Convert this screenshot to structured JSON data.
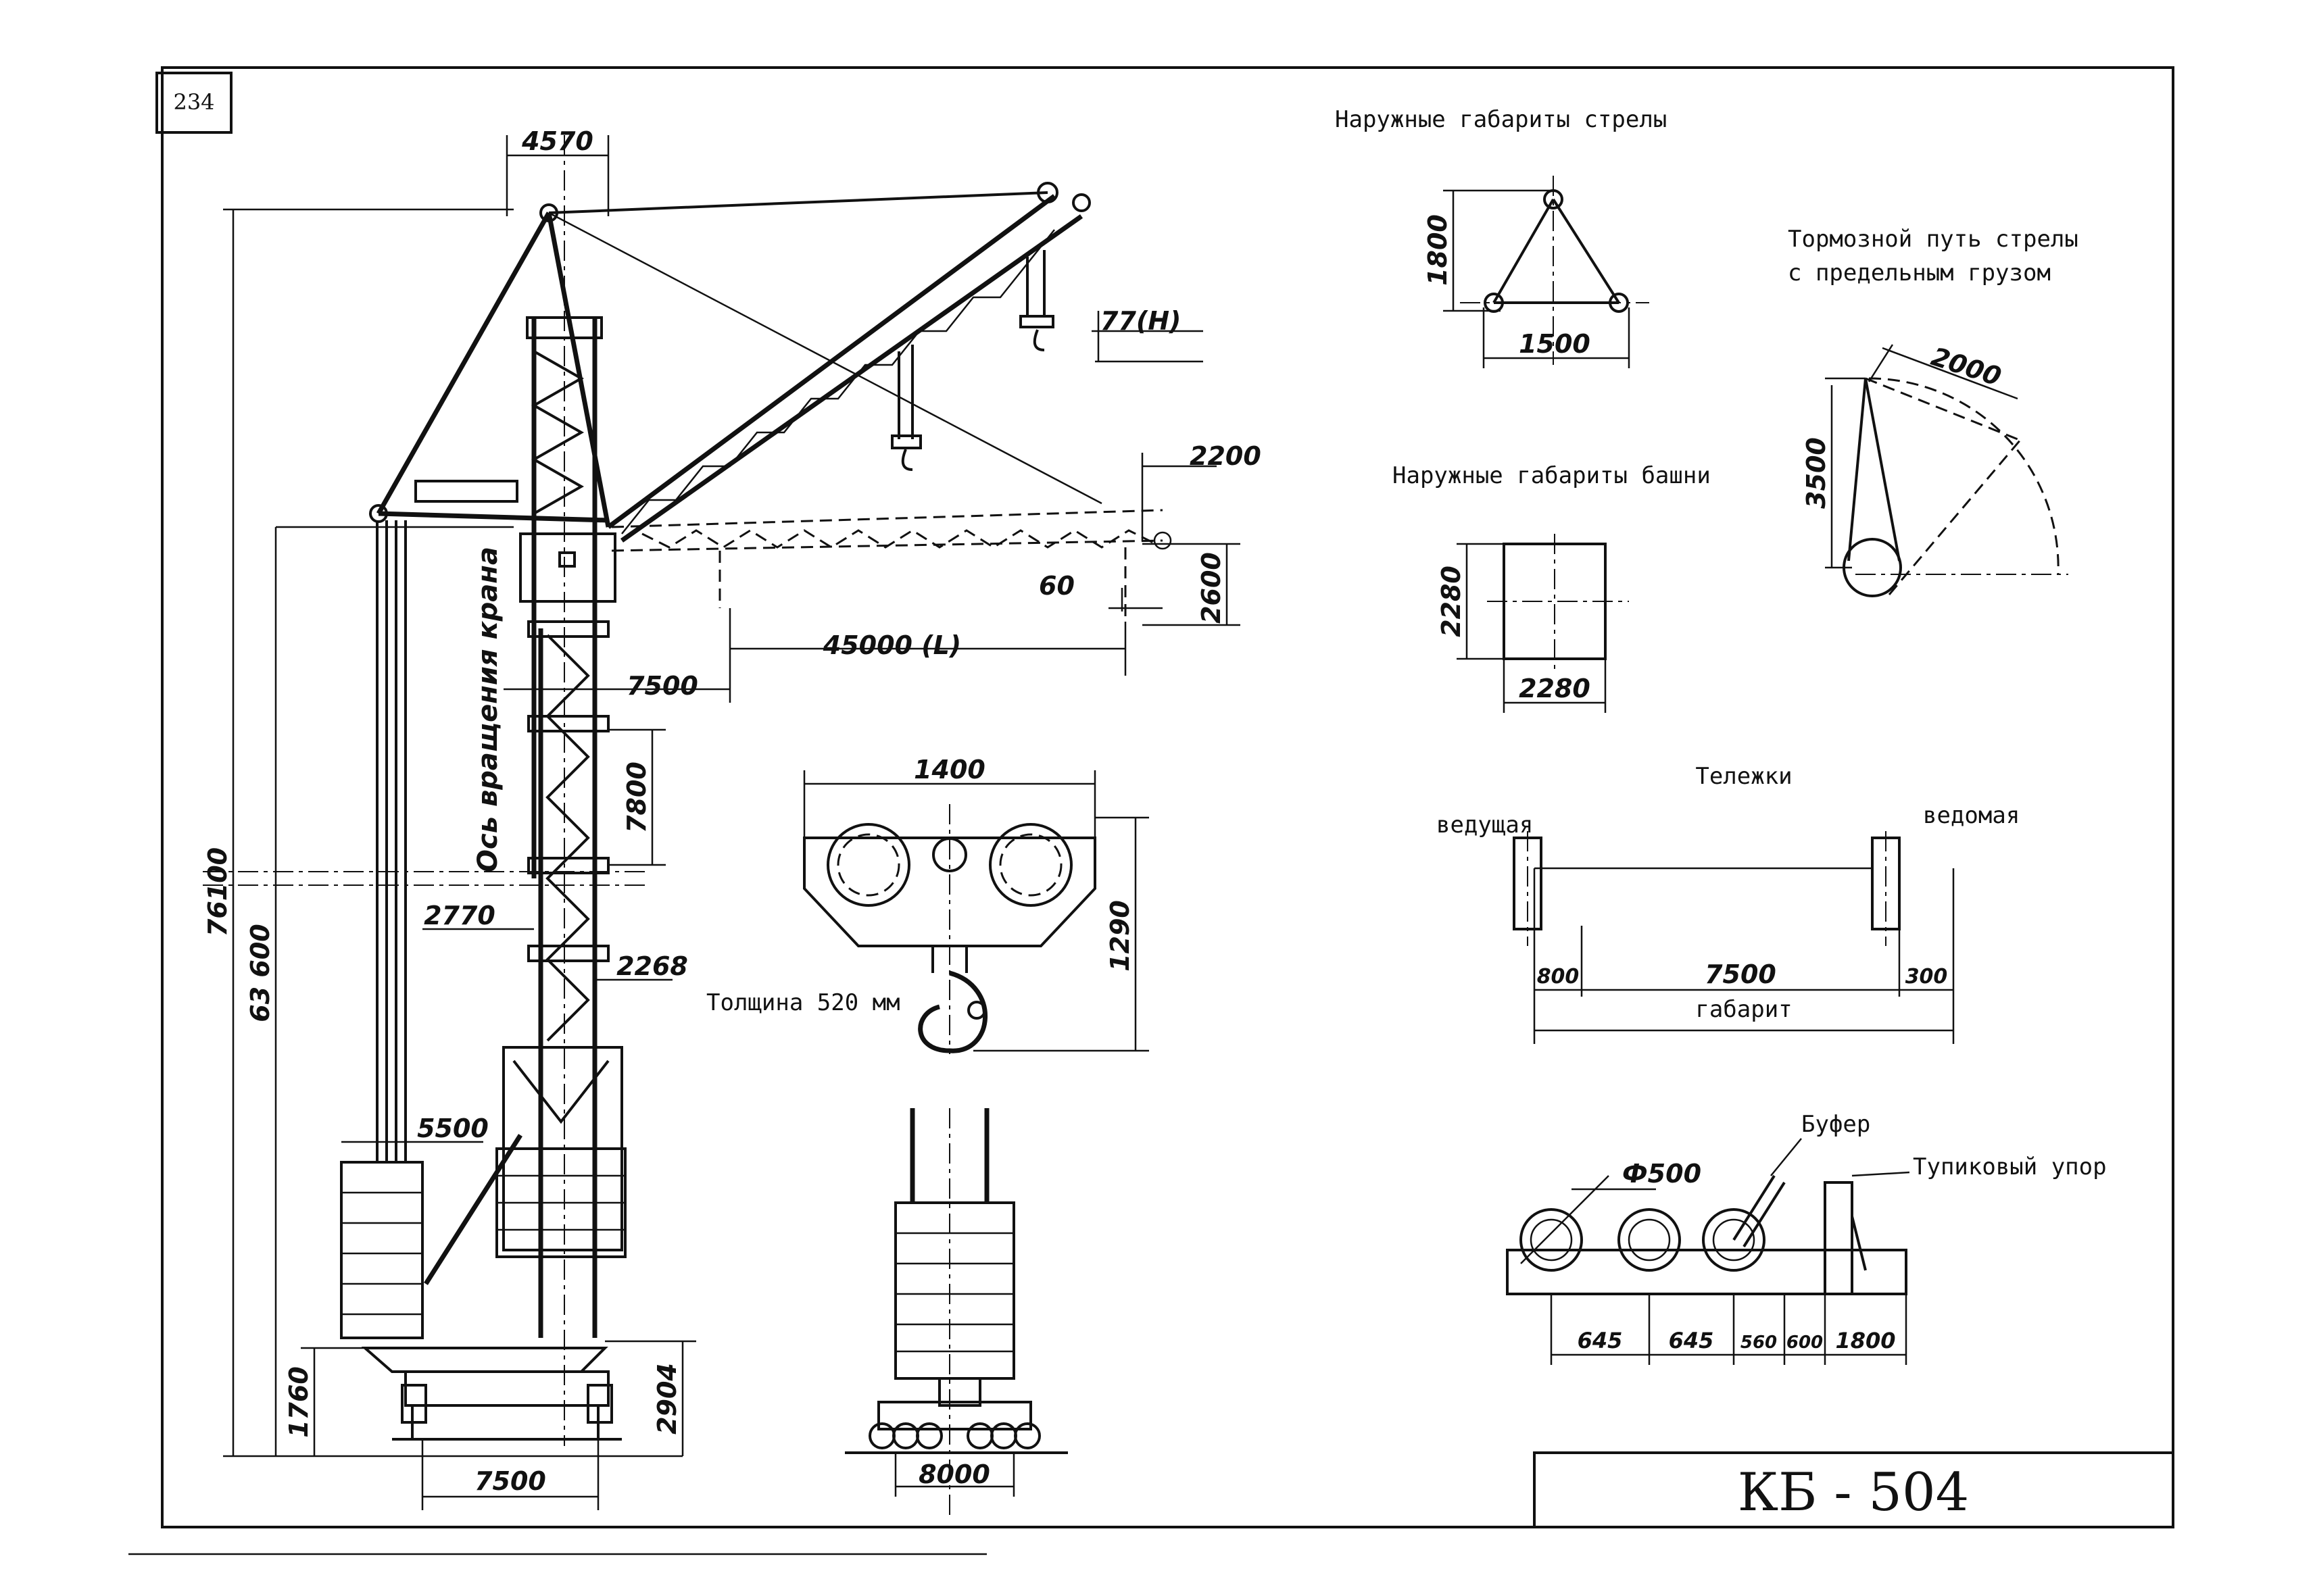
{
  "page_number": "234",
  "title_block": {
    "model": "КБ - 504"
  },
  "crane_elevation": {
    "axis_label": "Ось вращения крана",
    "dims": {
      "top_width": "4570",
      "hook_height_n": "77(Н)",
      "jib_tip_offset": "2200",
      "jib_tip_drop": "2600",
      "low_hook_height": "60",
      "reach": "45000 (L)",
      "counter_jib": "7500",
      "section_height": "7800",
      "mast_width": "2770",
      "mast_section": "2268",
      "ballast_offset": "5500",
      "total_height": "76100",
      "tower_height": "63 600",
      "base_height": "1760",
      "portal_height": "2904",
      "track_gauge": "7500"
    }
  },
  "hook_block": {
    "width": "1400",
    "height": "1290",
    "thickness_label": "Толщина 520 мм"
  },
  "side_view": {
    "base_width": "8000"
  },
  "jib_section": {
    "title": "Наружные габариты стрелы",
    "height": "1800",
    "width": "1500"
  },
  "tower_section": {
    "title": "Наружные габариты башни",
    "height": "2280",
    "width": "2280"
  },
  "braking": {
    "title_line1": "Тормозной путь стрелы",
    "title_line2": "с предельным грузом",
    "arc": "2000",
    "radius": "3500"
  },
  "bogies": {
    "title": "Тележки",
    "driving": "ведущая",
    "driven": "ведомая",
    "left": "800",
    "span": "7500",
    "right": "300",
    "overall": "габарит"
  },
  "stop": {
    "buffer": "Буфер",
    "dead_end": "Тупиковый упор",
    "diameter": "Ф500",
    "d1": "645",
    "d2": "645",
    "d3": "560",
    "d4": "600",
    "d5": "1800"
  }
}
